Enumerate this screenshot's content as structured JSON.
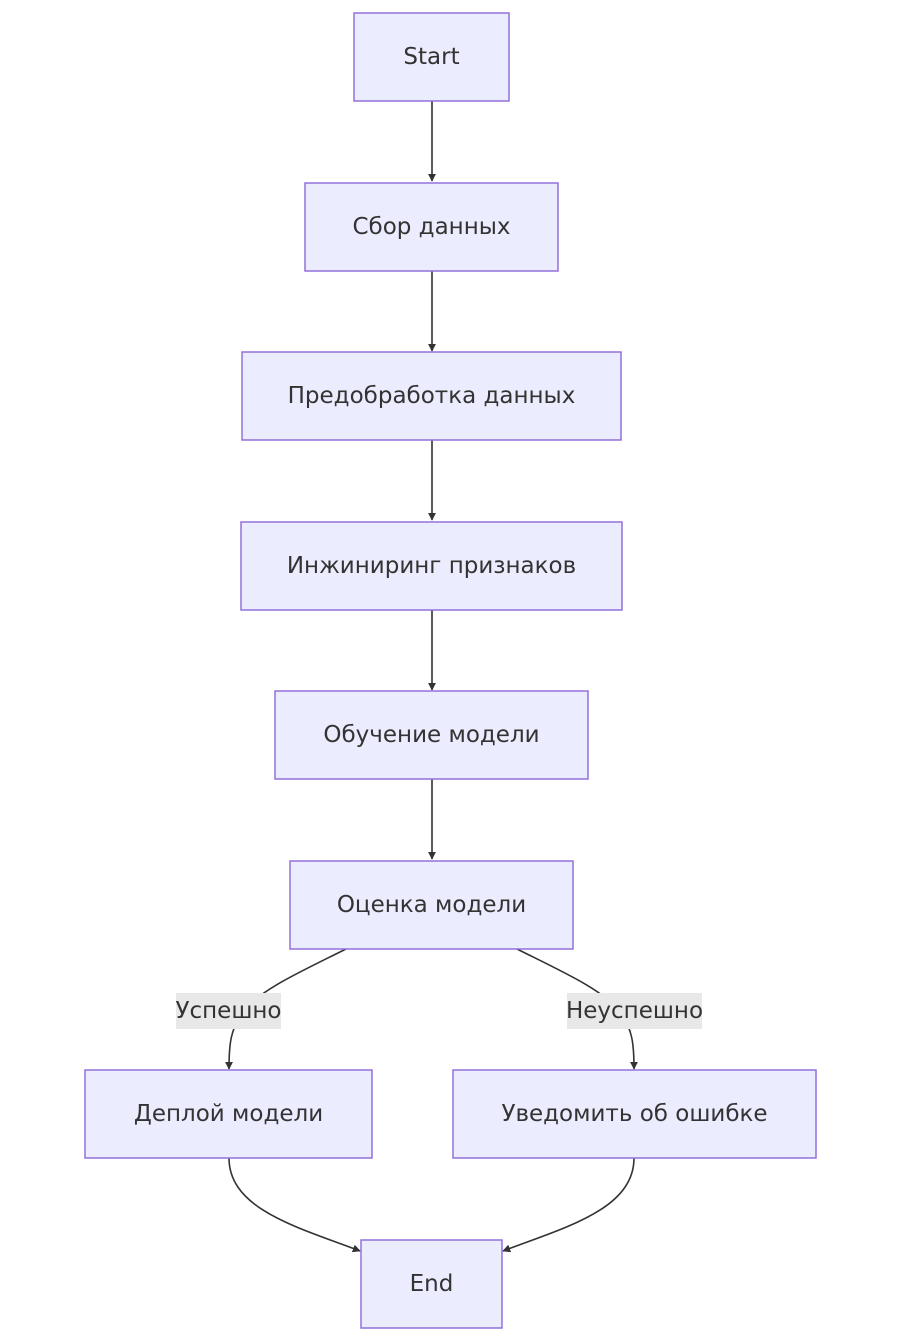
{
  "diagram": {
    "type": "flowchart",
    "direction": "top-down",
    "colors": {
      "node_fill": "#ececff",
      "node_border": "#9370db",
      "edge": "#333333",
      "label_background": "#e8e8e8",
      "text": "#333333"
    },
    "nodes": {
      "start": "Start",
      "collect": "Сбор данных",
      "preprocess": "Предобработка данных",
      "features": "Инжиниринг признаков",
      "train": "Обучение модели",
      "evaluate": "Оценка модели",
      "deploy": "Деплой модели",
      "notify": "Уведомить об ошибке",
      "end": "End"
    },
    "edges": [
      {
        "from": "start",
        "to": "collect"
      },
      {
        "from": "collect",
        "to": "preprocess"
      },
      {
        "from": "preprocess",
        "to": "features"
      },
      {
        "from": "features",
        "to": "train"
      },
      {
        "from": "train",
        "to": "evaluate"
      },
      {
        "from": "evaluate",
        "to": "deploy",
        "label": "Успешно"
      },
      {
        "from": "evaluate",
        "to": "notify",
        "label": "Неуспешно"
      },
      {
        "from": "deploy",
        "to": "end"
      },
      {
        "from": "notify",
        "to": "end"
      }
    ],
    "edge_labels": {
      "success": "Успешно",
      "failure": "Неуспешно"
    }
  }
}
